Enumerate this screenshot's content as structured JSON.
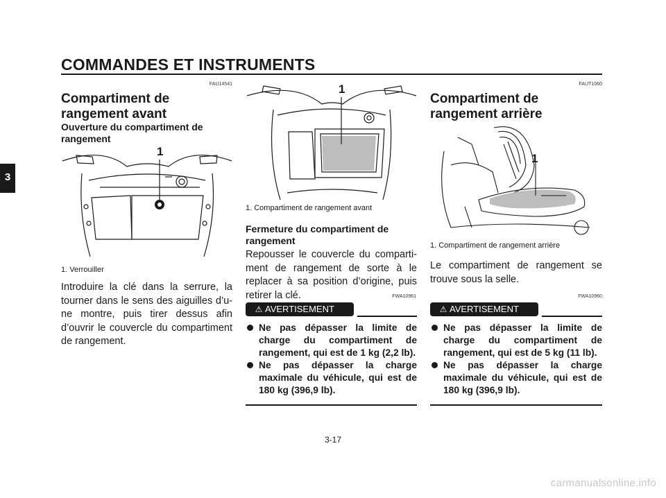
{
  "header": {
    "section_title": "COMMANDES ET INSTRUMENTS"
  },
  "side_tab": {
    "chapter": "3"
  },
  "col1": {
    "code": "FAU14541",
    "heading": "Compartiment de rangement avant",
    "subheading": "Ouverture du compartiment de rangement",
    "figure_callout": "1",
    "caption": "1. Verrouiller",
    "body": "Introduire la clé dans la serrure, la tourner dans le sens des aiguilles d’u-ne montre, puis tirer dessus afin d’ouvrir le couvercle du compartiment de rangement."
  },
  "col2": {
    "figure_callout": "1",
    "caption": "1. Compartiment de rangement avant",
    "subheading": "Fermeture du compartiment de rangement",
    "body": "Repousser le couvercle du comparti-ment de rangement de sorte à le replacer à sa position d’origine, puis retirer la clé.",
    "warning_code": "FWA10961",
    "warning_label": "AVERTISEMENT",
    "warning_items": [
      "Ne pas dépasser la limite de charge du compartiment de rangement, qui est de 1 kg (2,2 lb).",
      "Ne pas dépasser la charge maximale du véhicule, qui est de 180 kg (396,9 lb)."
    ]
  },
  "col3": {
    "code": "FAUT1060",
    "heading": "Compartiment de rangement arrière",
    "figure_callout": "1",
    "caption": "1. Compartiment de rangement arrière",
    "body": "Le compartiment de rangement se trouve sous la selle.",
    "warning_code": "FWA10960",
    "warning_label": "AVERTISEMENT",
    "warning_items": [
      "Ne pas dépasser la limite de charge du compartiment de rangement, qui est de 5 kg (11 lb).",
      "Ne pas dépasser la charge maximale du véhicule, qui est de 180 kg (396,9 lb)."
    ]
  },
  "footer": {
    "page_number": "3-17",
    "watermark": "carmanualsonline.info"
  }
}
